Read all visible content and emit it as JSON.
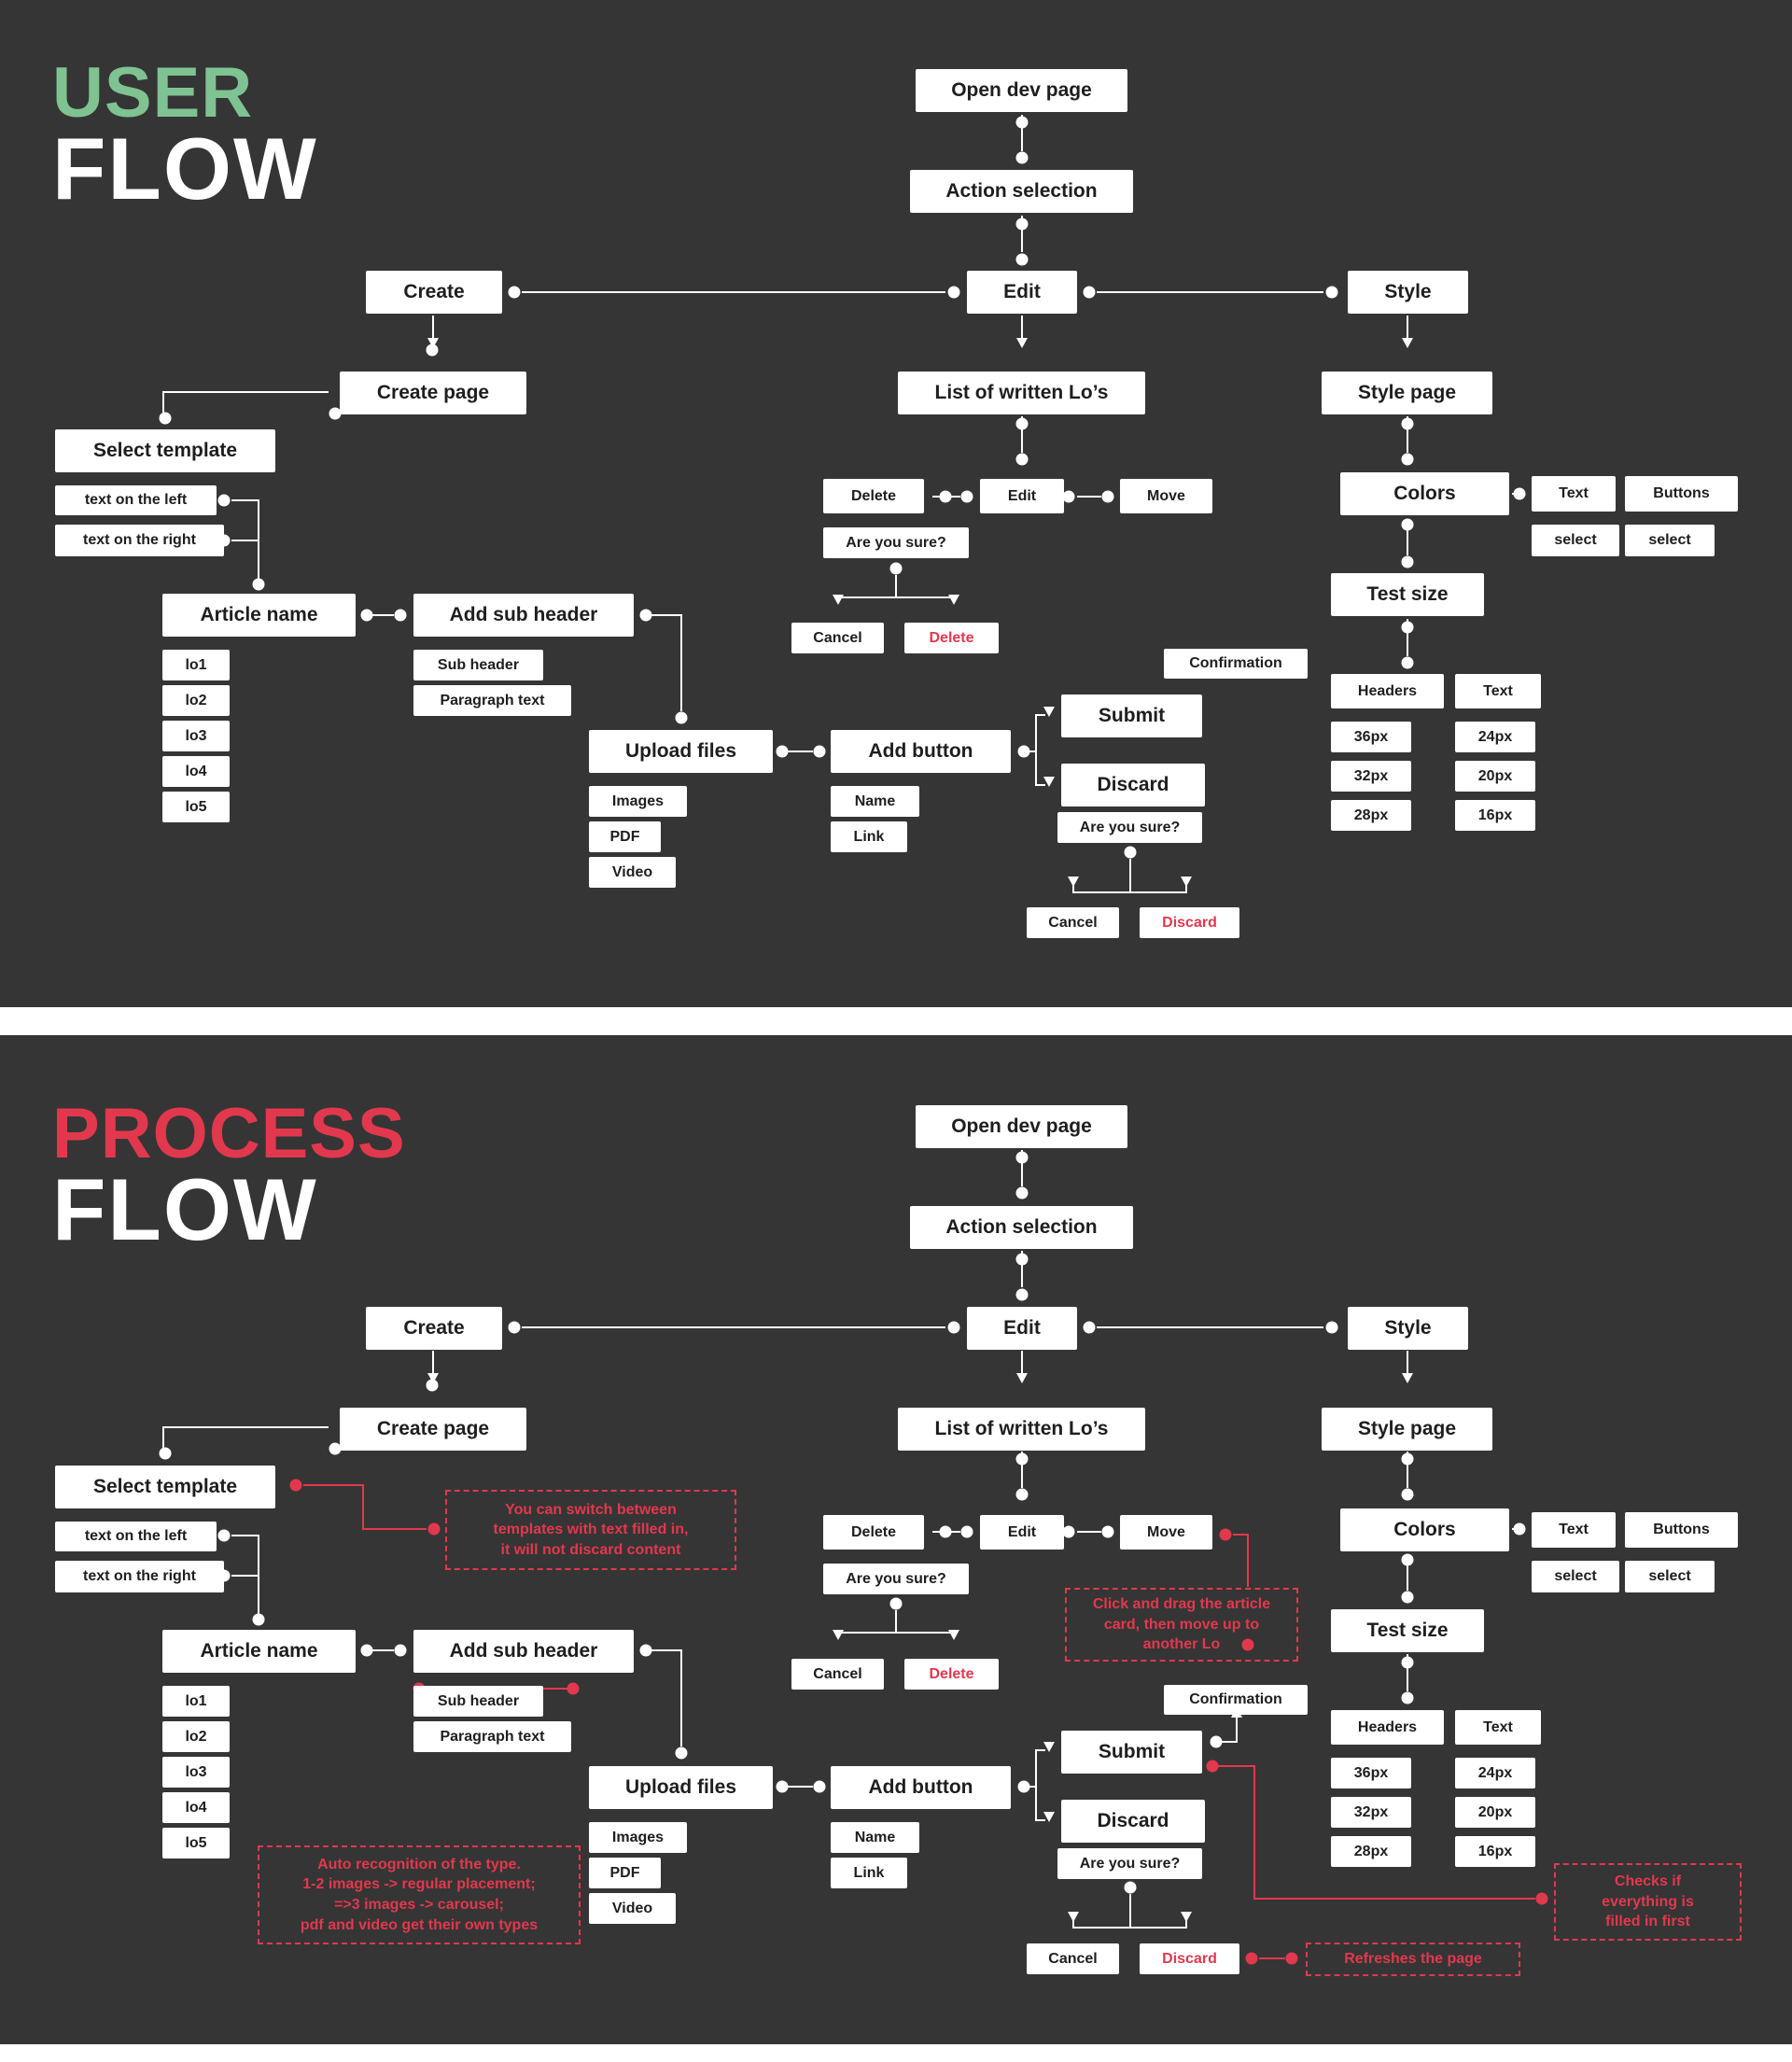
{
  "colors": {
    "user": "#7ec391",
    "process": "#e2384d",
    "background": "#353535",
    "node": "#ffffff"
  },
  "user_flow": {
    "title_accent": "USER",
    "title_main": "FLOW",
    "nodes": {
      "open_dev_page": "Open dev page",
      "action_selection": "Action selection",
      "create": "Create",
      "edit": "Edit",
      "style": "Style",
      "create_page": "Create page",
      "list_los": "List of written Lo’s",
      "style_page": "Style page",
      "select_template": "Select template",
      "text_left": "text on the left",
      "text_right": "text on the right",
      "article_name": "Article name",
      "lo1": "lo1",
      "lo2": "lo2",
      "lo3": "lo3",
      "lo4": "lo4",
      "lo5": "lo5",
      "add_sub_header": "Add sub header",
      "sub_header": "Sub header",
      "paragraph_text": "Paragraph text",
      "upload_files": "Upload files",
      "images": "Images",
      "pdf": "PDF",
      "video": "Video",
      "add_button": "Add button",
      "name": "Name",
      "link": "Link",
      "submit": "Submit",
      "confirmation": "Confirmation",
      "discard": "Discard",
      "are_you_sure_discard": "Are you sure?",
      "cancel_discard": "Cancel",
      "discard_confirm": "Discard",
      "delete": "Delete",
      "edit_lo": "Edit",
      "move": "Move",
      "are_you_sure_delete": "Are you sure?",
      "cancel_delete": "Cancel",
      "delete_confirm": "Delete",
      "colors": "Colors",
      "colors_text": "Text",
      "colors_buttons": "Buttons",
      "select_text": "select",
      "select_buttons": "select",
      "test_size": "Test size",
      "headers": "Headers",
      "size_text": "Text",
      "h36": "36px",
      "h32": "32px",
      "h28": "28px",
      "t24": "24px",
      "t20": "20px",
      "t16": "16px"
    }
  },
  "process_flow": {
    "title_accent": "PROCESS",
    "title_main": "FLOW",
    "nodes": {
      "open_dev_page": "Open dev page",
      "action_selection": "Action selection",
      "create": "Create",
      "edit": "Edit",
      "style": "Style",
      "create_page": "Create page",
      "list_los": "List of written Lo’s",
      "style_page": "Style page",
      "select_template": "Select template",
      "text_left": "text on the left",
      "text_right": "text on the right",
      "article_name": "Article name",
      "lo1": "lo1",
      "lo2": "lo2",
      "lo3": "lo3",
      "lo4": "lo4",
      "lo5": "lo5",
      "add_sub_header": "Add sub header",
      "sub_header": "Sub header",
      "paragraph_text": "Paragraph text",
      "upload_files": "Upload files",
      "images": "Images",
      "pdf": "PDF",
      "video": "Video",
      "add_button": "Add button",
      "name": "Name",
      "link": "Link",
      "submit": "Submit",
      "confirmation": "Confirmation",
      "discard": "Discard",
      "are_you_sure_discard": "Are you sure?",
      "cancel_discard": "Cancel",
      "discard_confirm": "Discard",
      "delete": "Delete",
      "edit_lo": "Edit",
      "move": "Move",
      "are_you_sure_delete": "Are you sure?",
      "cancel_delete": "Cancel",
      "delete_confirm": "Delete",
      "colors": "Colors",
      "colors_text": "Text",
      "colors_buttons": "Buttons",
      "select_text": "select",
      "select_buttons": "select",
      "test_size": "Test size",
      "headers": "Headers",
      "size_text": "Text",
      "h36": "36px",
      "h32": "32px",
      "h28": "28px",
      "t24": "24px",
      "t20": "20px",
      "t16": "16px"
    },
    "notes": {
      "template_switch": "You can switch between\ntemplates with text filled in,\nit will not discard content",
      "auto_recognition": "Auto recognition of the type.\n1-2 images -> regular placement;\n=>3 images -> carousel;\npdf and video get their own types",
      "drag_article": "Click and drag the article\ncard, then move up to\nanother Lo",
      "checks_filled": "Checks if\neverything is\nfilled in first",
      "refreshes_page": "Refreshes the page"
    }
  }
}
